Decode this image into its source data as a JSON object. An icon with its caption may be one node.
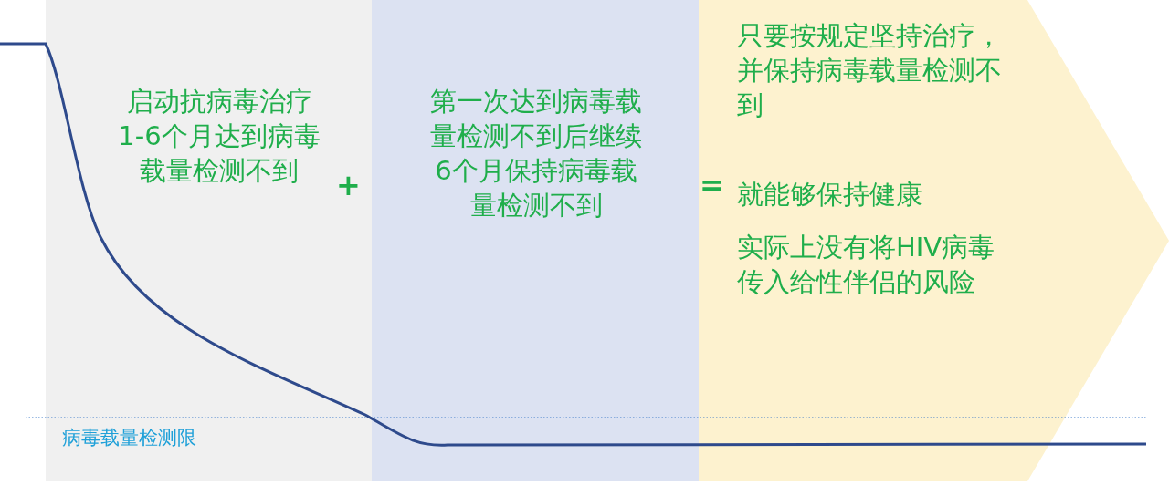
{
  "diagram": {
    "nodes": [
      {
        "text": [
          "启动抗病毒治疗1-6个月达到病毒载量检测不到"
        ]
      },
      {
        "text": [
          "第一次达到病毒载量检测不到后继续6个月保持病毒载量检测不到"
        ]
      },
      {
        "text": [
          "只要按规定坚持治疗，并保持病毒载量检测不到",
          "就能够保持健康",
          "实际上没有将HIV病毒传入给性伴侣的风险"
        ]
      }
    ],
    "edges": [],
    "labels": [
      "+",
      "=",
      "病毒载量检测限"
    ]
  }
}
